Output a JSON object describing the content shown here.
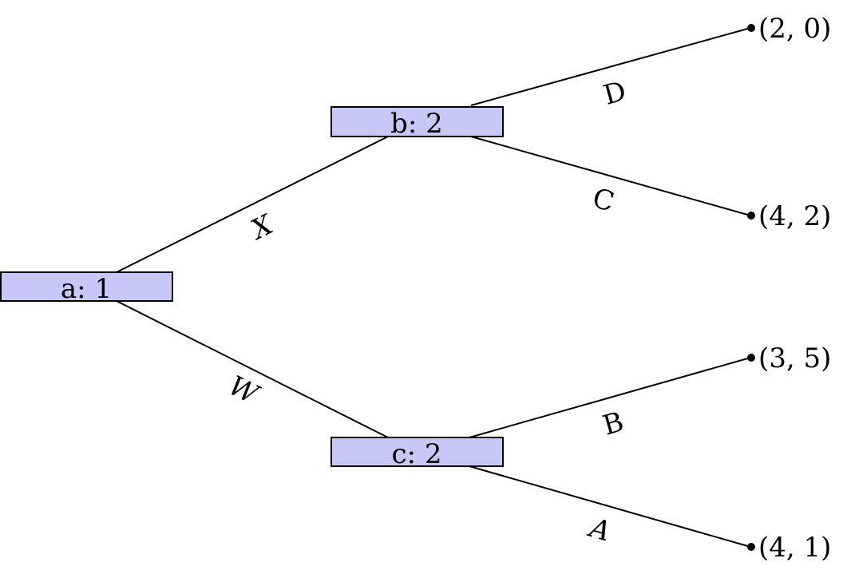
{
  "nodes": [
    {
      "id": "a",
      "label": "a:  1"
    },
    {
      "id": "b",
      "label": "b:  2"
    },
    {
      "id": "c",
      "label": "c:  2"
    }
  ],
  "edges": [
    {
      "id": "x",
      "label": "X"
    },
    {
      "id": "w",
      "label": "W"
    },
    {
      "id": "d",
      "label": "D"
    },
    {
      "id": "c",
      "label": "C"
    },
    {
      "id": "b",
      "label": "B"
    },
    {
      "id": "a",
      "label": "A"
    }
  ],
  "payoffs": [
    {
      "id": "d",
      "label": "(2, 0)"
    },
    {
      "id": "c",
      "label": "(4, 2)"
    },
    {
      "id": "b",
      "label": "(3, 5)"
    },
    {
      "id": "a",
      "label": "(4, 1)"
    }
  ]
}
